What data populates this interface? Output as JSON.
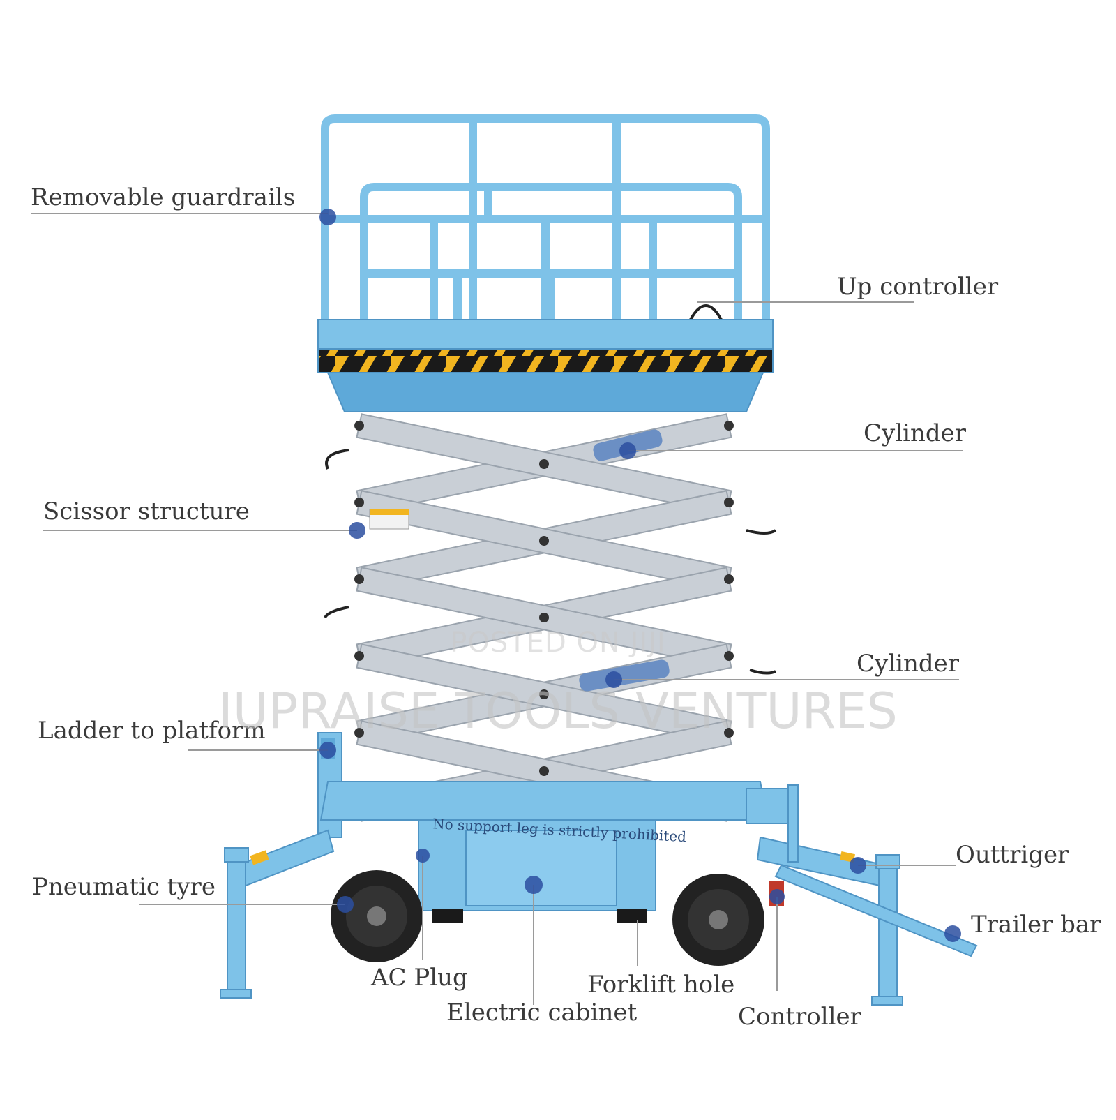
{
  "labels": {
    "removable_guardrails": "Removable guardrails",
    "up_controller": "Up controller",
    "cylinder_top": "Cylinder",
    "scissor_structure": "Scissor structure",
    "cylinder_bottom": "Cylinder",
    "ladder_to_platform": "Ladder to platform",
    "outtriger": "Outtriger",
    "pneumatic_tyre": "Pneumatic tyre",
    "trailer_bar": "Trailer bar",
    "ac_plug": "AC Plug",
    "forklift_hole": "Forklift hole",
    "electric_cabinet": "Electric cabinet",
    "controller": "Controller"
  },
  "base_sign": "No support leg is strictly prohibited",
  "watermark": {
    "posted": "POSTED ON JIJI",
    "company": "IUPRAISE TOOLS VENTURES"
  },
  "colors": {
    "frame_blue": "#7ec2e8",
    "frame_stroke": "#4f94c4",
    "scissor_gray": "#c9cfd6",
    "hazard_yellow": "#f2b520",
    "hazard_black": "#1a1a1a",
    "callout_dot": "#2c4fa0",
    "tyre": "#222222"
  }
}
